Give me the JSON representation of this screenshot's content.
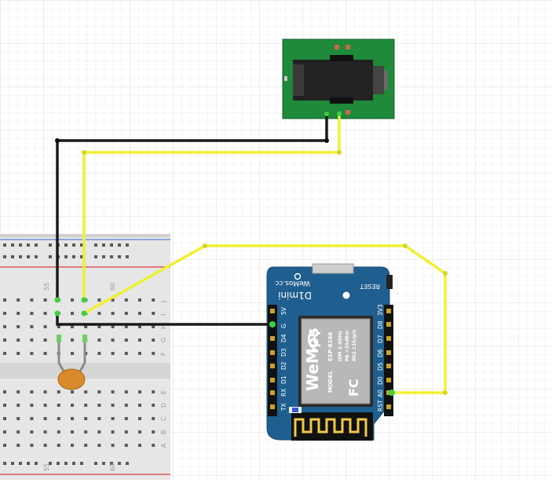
{
  "breadboard": {
    "top_numbers": [
      "55",
      "60"
    ],
    "bottom_numbers": [
      "55",
      "60"
    ],
    "row_letters_top": [
      "J",
      "I",
      "H",
      "G",
      "F"
    ],
    "row_letters_bottom": [
      "E",
      "D",
      "C",
      "B",
      "A"
    ]
  },
  "wemos": {
    "brand_mark": "WeMos.cc",
    "model_text": "D1mini",
    "reset_label": "RESET",
    "left_pins": [
      "5V",
      "G",
      "D4",
      "D3",
      "D2",
      "D1",
      "RX",
      "TX"
    ],
    "right_pins": [
      "3V3",
      "D8",
      "D7",
      "D6",
      "D5",
      "D0",
      "A0",
      "RST"
    ],
    "module": {
      "chip": "ESP-8266",
      "line2": "ISM 2.4GHz",
      "line3": "PA +25dBm",
      "line4": "802.11b/g/n",
      "logo": "WeMos",
      "model_label": "MODEL",
      "fcc": "FC"
    }
  },
  "colors": {
    "wire_black": "#1a1a1a",
    "wire_yellow": "#f0f032",
    "board_blue": "#1f5f8f",
    "jack_pcb": "#1e8a3a",
    "capacitor": "#d98a2b"
  }
}
